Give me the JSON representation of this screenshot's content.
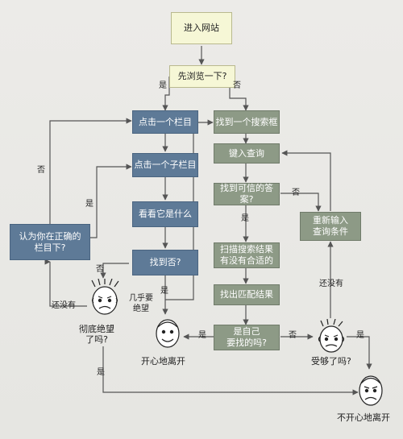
{
  "nodes": {
    "enter_site": "进入网站",
    "browse": "先浏览一下?",
    "click_column": "点击一个栏目",
    "click_subcolumn": "点击一个子栏目",
    "see_what": "看看它是什么",
    "found_it": "找到否?",
    "right_column": "认为你在正确的\n栏目下?",
    "find_search": "找到一个搜索框",
    "type_query": "键入查询",
    "credible_answer": "找到可信的答案?",
    "scan_results": "扫描搜索结果\n有没有合适的",
    "find_match": "找出匹配结果",
    "is_it_wanted": "是自己\n要找的吗?",
    "reenter": "重新输入\n查询条件"
  },
  "labels": {
    "yes_browse": "是",
    "no_browse": "否",
    "no_right_col": "否",
    "yes_right_col": "是",
    "no_found": "否",
    "yes_found": "是",
    "not_yet_left": "还没有",
    "despair": "彻底绝望\n了吗?",
    "almost_despair": "几乎要\n绝望",
    "yes_despair": "是",
    "no_credible": "否",
    "yes_credible": "是",
    "yes_wanted": "是",
    "no_wanted": "否",
    "not_yet_right": "还没有",
    "fed_up": "受够了吗?",
    "yes_fedup": "是",
    "happy_leave": "开心地离开",
    "unhappy_leave": "不开心地离开"
  },
  "colors": {
    "start_fill": "#f6f7d6",
    "blue_fill": "#5e7a97",
    "green_fill": "#8d9a86",
    "line": "#555555"
  }
}
